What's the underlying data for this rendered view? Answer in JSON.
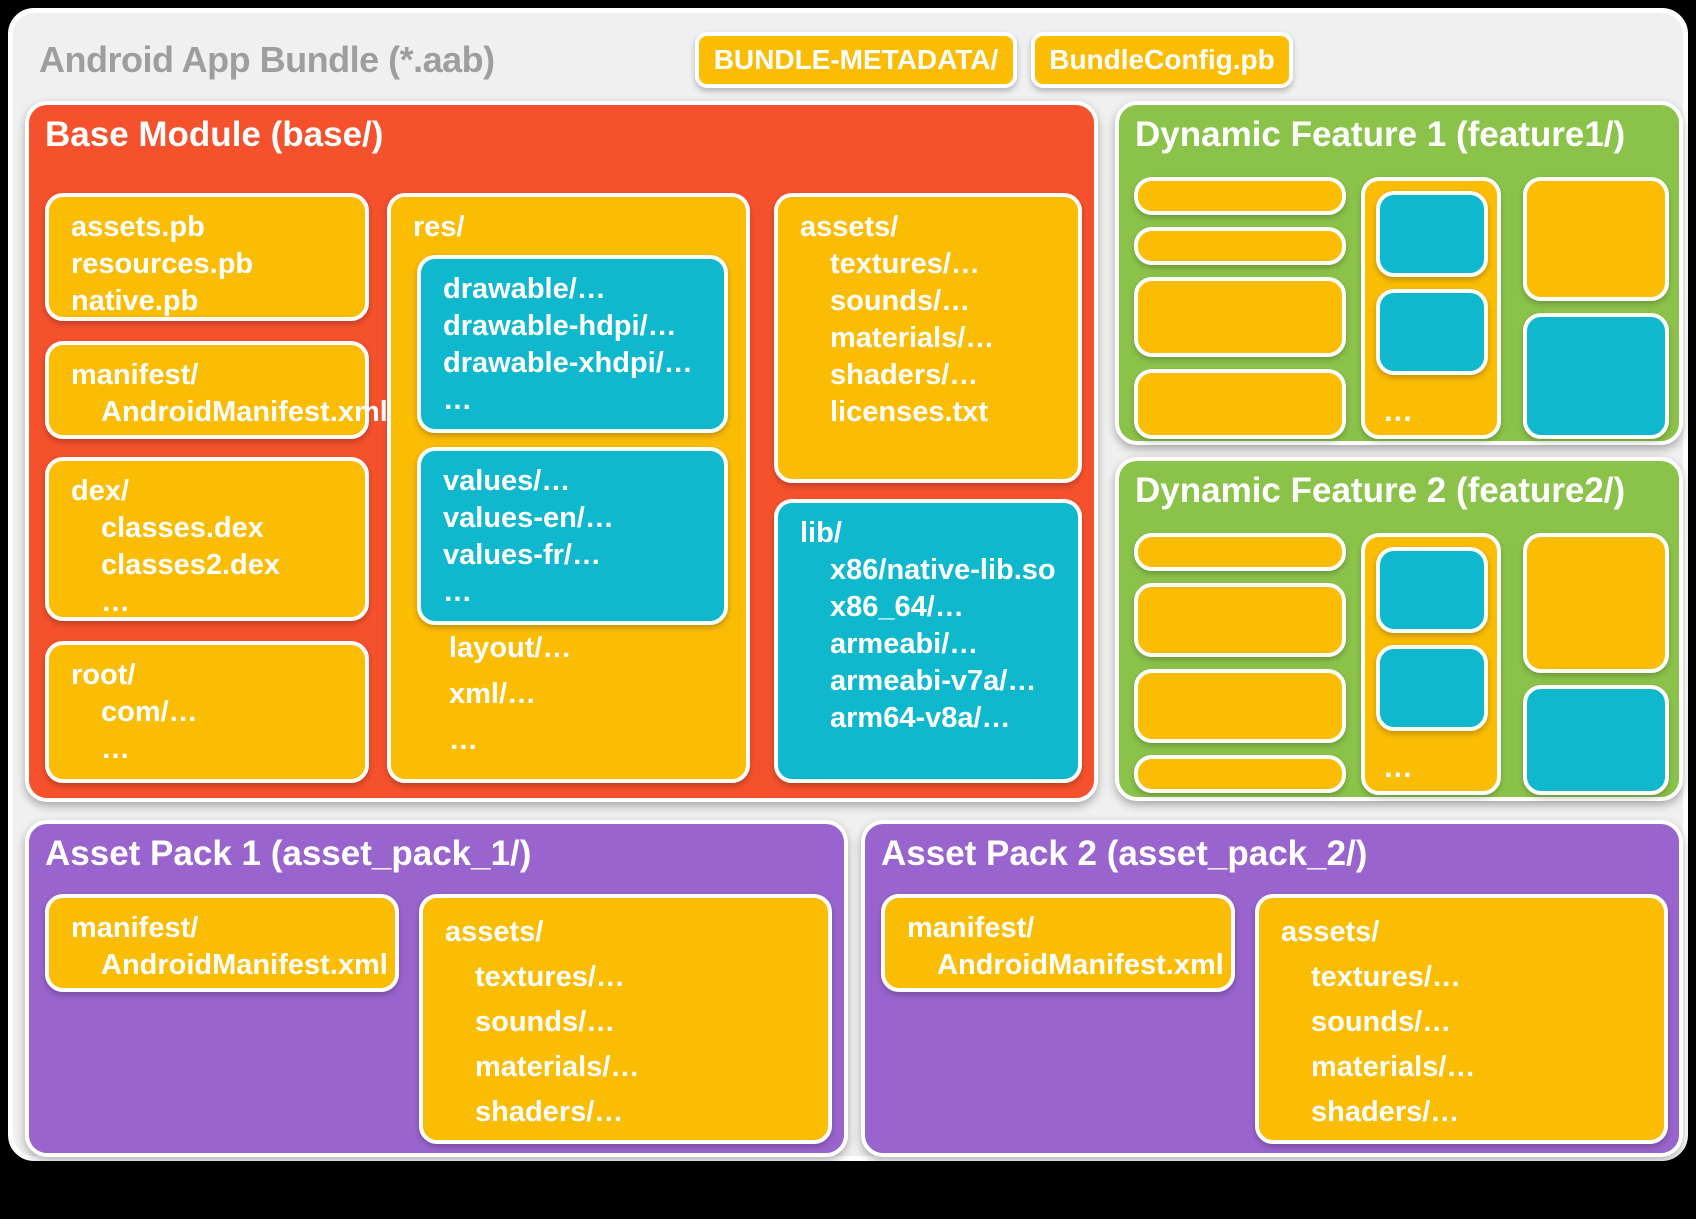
{
  "title": "Android App Bundle (*.aab)",
  "badges": {
    "metadata": "BUNDLE-METADATA/",
    "config": "BundleConfig.pb"
  },
  "colors": {
    "orange": "#F4512C",
    "yellow": "#FBBC04",
    "cyan": "#0FB8CD",
    "green": "#8BC34A",
    "purple": "#9964CD",
    "card_background": "#F0F0F1",
    "title_gray": "#9E9E9E",
    "text_white": "#FFFFFF"
  },
  "base_module": {
    "title": "Base Module (base/)",
    "protos": [
      "assets.pb",
      "resources.pb",
      "native.pb"
    ],
    "manifest": {
      "header": "manifest/",
      "items": [
        "AndroidManifest.xml"
      ]
    },
    "dex": {
      "header": "dex/",
      "items": [
        "classes.dex",
        "classes2.dex",
        "…"
      ]
    },
    "root": {
      "header": "root/",
      "items": [
        "com/…",
        "…"
      ]
    },
    "res": {
      "header": "res/",
      "drawables": [
        "drawable/…",
        "drawable-hdpi/…",
        "drawable-xhdpi/…",
        "…"
      ],
      "values": [
        "values/…",
        "values-en/…",
        "values-fr/…",
        "…"
      ],
      "other": [
        "layout/…",
        "xml/…",
        "…"
      ]
    },
    "assets": {
      "header": "assets/",
      "items": [
        "textures/…",
        "sounds/…",
        "materials/…",
        "shaders/…",
        "licenses.txt"
      ]
    },
    "lib": {
      "header": "lib/",
      "items": [
        "x86/native-lib.so",
        "x86_64/…",
        "armeabi/…",
        "armeabi-v7a/…",
        "arm64-v8a/…"
      ]
    }
  },
  "dynamic_features": [
    {
      "title": "Dynamic Feature 1 (feature1/)",
      "ellipsis": "…"
    },
    {
      "title": "Dynamic Feature 2 (feature2/)",
      "ellipsis": "…"
    }
  ],
  "asset_packs": [
    {
      "title": "Asset Pack 1 (asset_pack_1/)",
      "manifest": {
        "header": "manifest/",
        "items": [
          "AndroidManifest.xml"
        ]
      },
      "assets": {
        "header": "assets/",
        "items": [
          "textures/…",
          "sounds/…",
          "materials/…",
          "shaders/…"
        ]
      }
    },
    {
      "title": "Asset Pack 2 (asset_pack_2/)",
      "manifest": {
        "header": "manifest/",
        "items": [
          "AndroidManifest.xml"
        ]
      },
      "assets": {
        "header": "assets/",
        "items": [
          "textures/…",
          "sounds/…",
          "materials/…",
          "shaders/…"
        ]
      }
    }
  ]
}
